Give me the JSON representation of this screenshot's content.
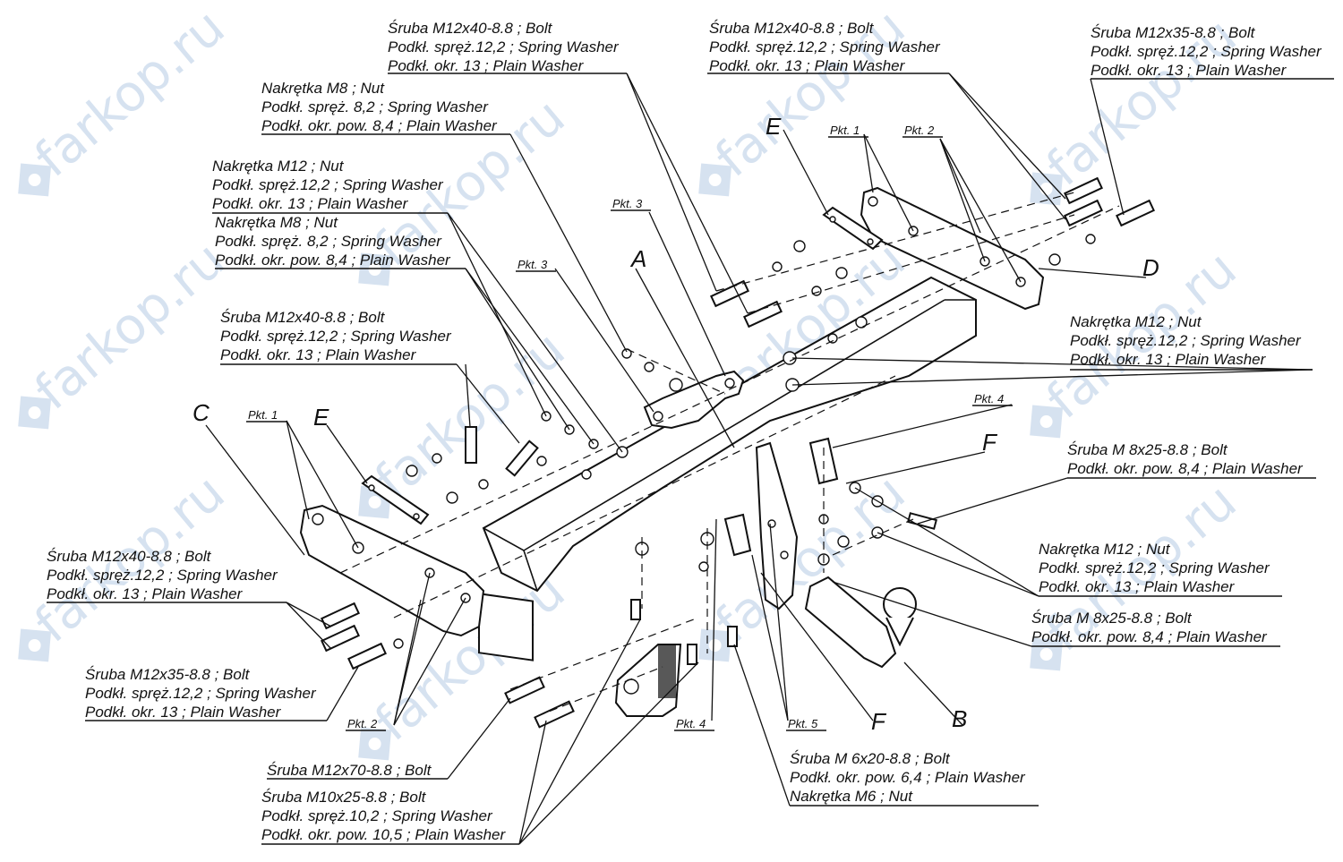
{
  "watermark": {
    "text": "farkop.ru",
    "icon": "car-badge-icon",
    "color": "#d6e2f0"
  },
  "callouts": [
    {
      "lines": [
        "Śruba M12x40-8.8 ;  Bolt",
        "Podkł. spręż.12,2 ; Spring Washer",
        "Podkł. okr. 13 ; Plain Washer"
      ]
    },
    {
      "lines": [
        "Śruba M12x40-8.8 ;  Bolt",
        "Podkł. spręż.12,2 ; Spring Washer",
        "Podkł. okr. 13 ; Plain Washer"
      ]
    },
    {
      "lines": [
        "Śruba M12x35-8.8 ;  Bolt",
        "Podkł. spręż.12,2 ; Spring Washer",
        "Podkł. okr. 13 ; Plain Washer"
      ]
    },
    {
      "lines": [
        "Nakrętka  M8 ; Nut",
        "Podkł. spręż. 8,2 ; Spring Washer",
        "Podkł. okr. pow. 8,4 ; Plain Washer"
      ]
    },
    {
      "lines": [
        "Nakrętka  M12 ; Nut",
        "Podkł. spręż.12,2 ; Spring Washer",
        "Podkł. okr. 13 ; Plain Washer"
      ]
    },
    {
      "lines": [
        "Nakrętka  M8 ; Nut",
        "Podkł. spręż. 8,2 ; Spring Washer",
        "Podkł. okr. pow. 8,4 ; Plain Washer"
      ]
    },
    {
      "lines": [
        "Śruba M12x40-8.8 ;  Bolt",
        "Podkł. spręż.12,2 ; Spring Washer",
        "Podkł. okr. 13 ; Plain Washer"
      ]
    },
    {
      "lines": [
        "Nakrętka  M12 ; Nut",
        "Podkł. spręż.12,2 ; Spring Washer",
        "Podkł. okr. 13 ; Plain Washer"
      ]
    },
    {
      "lines": [
        "Śruba M 8x25-8.8 ;  Bolt",
        "Podkł. okr. pow. 8,4 ; Plain Washer"
      ]
    },
    {
      "lines": [
        "Nakrętka  M12 ; Nut",
        "Podkł. spręż.12,2 ; Spring Washer",
        "Podkł. okr. 13 ; Plain Washer"
      ]
    },
    {
      "lines": [
        "Śruba M 8x25-8.8 ;  Bolt",
        "Podkł. okr. pow. 8,4 ; Plain Washer"
      ]
    },
    {
      "lines": [
        "Śruba M12x40-8.8 ;  Bolt",
        "Podkł. spręż.12,2 ; Spring Washer",
        "Podkł. okr. 13 ; Plain Washer"
      ]
    },
    {
      "lines": [
        "Śruba M12x35-8.8 ;  Bolt",
        "Podkł. spręż.12,2 ; Spring Washer",
        "Podkł. okr. 13 ; Plain Washer"
      ]
    },
    {
      "lines": [
        "Śruba M12x70-8.8 ;  Bolt"
      ]
    },
    {
      "lines": [
        "Śruba M10x25-8.8 ;  Bolt",
        "Podkł. spręż.10,2 ; Spring Washer",
        "Podkł. okr. pow. 10,5 ; Plain Washer"
      ]
    },
    {
      "lines": [
        "Śruba M 6x20-8.8 ;  Bolt",
        "Podkł. okr. pow. 6,4 ; Plain Washer",
        "Nakrętka  M6 ; Nut"
      ]
    }
  ],
  "letters": [
    "A",
    "B",
    "C",
    "D",
    "E",
    "E",
    "F",
    "F"
  ],
  "points": [
    "Pkt. 1",
    "Pkt. 2",
    "Pkt. 3",
    "Pkt. 3",
    "Pkt. 1",
    "Pkt. 4",
    "Pkt. 4",
    "Pkt. 5",
    "Pkt. 2"
  ]
}
